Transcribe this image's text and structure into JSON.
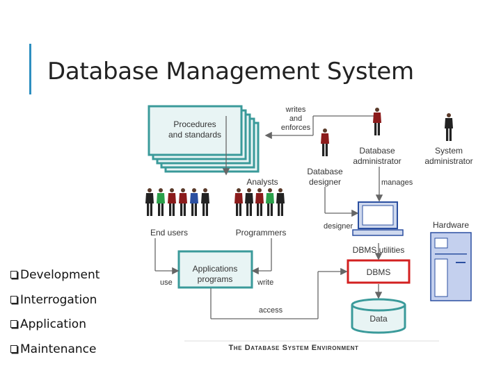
{
  "slide": {
    "title": "Database Management System",
    "accent_color": "#2e8fc0"
  },
  "bullets": [
    {
      "icon": "checkbox-bullet-icon",
      "label": "Development"
    },
    {
      "icon": "checkbox-bullet-icon",
      "label": "Interrogation"
    },
    {
      "icon": "checkbox-bullet-icon",
      "label": "Application"
    },
    {
      "icon": "checkbox-bullet-icon",
      "label": "Maintenance"
    }
  ],
  "diagram": {
    "procedures_label_1": "Procedures",
    "procedures_label_2": "and standards",
    "writes_label_1": "writes",
    "writes_label_2": "and",
    "writes_label_3": "enforces",
    "db_admin_1": "Database",
    "db_admin_2": "administrator",
    "sys_admin_1": "System",
    "sys_admin_2": "administrator",
    "db_designer_1": "Database",
    "db_designer_2": "designer",
    "analysts": "Analysts",
    "manages": "manages",
    "end_users": "End users",
    "programmers": "Programmers",
    "designer_edge": "designer",
    "hardware": "Hardware",
    "dbms_utilities": "DBMS utilities",
    "applications_1": "Applications",
    "applications_2": "programs",
    "use": "use",
    "write": "write",
    "dbms": "DBMS",
    "access": "access",
    "data": "Data",
    "caption": "The Database System Environment",
    "colors": {
      "box_border": "#3a9a9a",
      "box_fill": "#e8f4f4",
      "dbms_highlight": "#d32020",
      "hardware_fill": "#c4d0ee"
    }
  }
}
